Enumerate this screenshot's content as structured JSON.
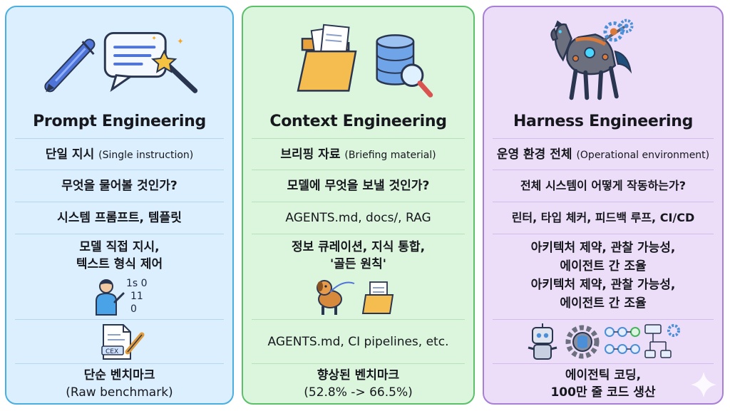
{
  "colors": {
    "prompt_bg": "#dcefff",
    "prompt_border": "#4aaee0",
    "context_bg": "#dcf6de",
    "context_border": "#5cbf6a",
    "harness_bg": "#ecddf8",
    "harness_border": "#a77fd6"
  },
  "prompt": {
    "title": "Prompt Engineering",
    "rows": {
      "r1_ko": "단일 지시",
      "r1_en": "(Single instruction)",
      "r2": "무엇을 물어볼 것인가?",
      "r3": "시스템 프롬프트, 템플릿",
      "r4_line1": "모델 직접 지시,",
      "r4_line2": "텍스트 형식 제어",
      "r6_line1": "단순 벤치마크",
      "r6_line2": "(Raw benchmark)"
    },
    "icon_text": {
      "code_a": "1s 0",
      "code_b": "11",
      "code_c": "0",
      "doc_label": "CEX"
    }
  },
  "context": {
    "title": "Context Engineering",
    "rows": {
      "r1_ko": "브리핑 자료",
      "r1_en": "(Briefing material)",
      "r2": "모델에 무엇을 보낼 것인가?",
      "r3": "AGENTS.md, docs/, RAG",
      "r4_line1": "정보 큐레이션, 지식 통합,",
      "r4_line2": "'골든 원칙'",
      "r5": "AGENTS.md, CI pipelines, etc.",
      "r6_line1": "향상된 벤치마크",
      "r6_line2": "(52.8% -> 66.5%)"
    }
  },
  "harness": {
    "title": "Harness Engineering",
    "rows": {
      "r1_ko": "운영 환경 전체",
      "r1_en": "(Operational environment)",
      "r2": "전체 시스템이 어떻게 작동하는가?",
      "r3": "린터, 타입 체커, 피드백 루프, CI/CD",
      "r4_line1": "아키텍처 제약, 관찰 가능성,",
      "r4_line2": "에이전트 간 조율",
      "r4_line3": "아키텍처 제약, 관찰 가능성,",
      "r4_line4": "에이전트 간 조율",
      "r6_line1": "에이전틱 코딩,",
      "r6_line2": "100만 줄 코드 생산"
    }
  },
  "icons": {
    "prompt": [
      "pen-icon",
      "chat-bubble-magic-wand-icon",
      "person-coding-icon",
      "document-pencil-icon"
    ],
    "context": [
      "folder-documents-icon",
      "database-search-icon",
      "dog-leash-icon",
      "folder-document-icon"
    ],
    "harness": [
      "robotic-horse-gears-icon",
      "robot-icon",
      "gear-database-icon",
      "workflow-icon",
      "flowchart-icon",
      "sparkle-icon"
    ]
  }
}
